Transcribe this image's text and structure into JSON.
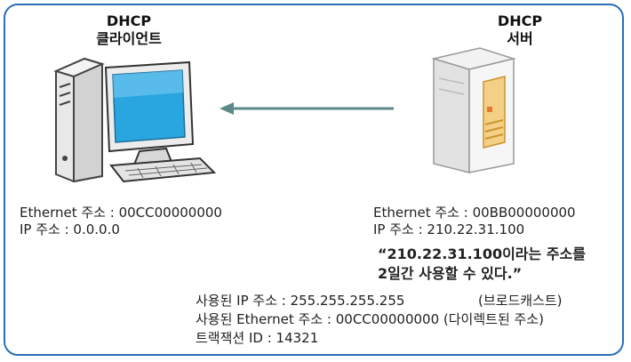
{
  "client": {
    "title_line1": "DHCP",
    "title_line2": "클라이언트",
    "ethernet": "Ethernet 주소 : 00CC00000000",
    "ip": "IP 주소 : 0.0.0.0"
  },
  "server": {
    "title_line1": "DHCP",
    "title_line2": "서버",
    "ethernet": "Ethernet 주소 : 00BB00000000",
    "ip": "IP 주소 : 210.22.31.100"
  },
  "offer_quote": {
    "line1": "“210.22.31.100이라는 주소를",
    "line2": "2일간 사용할 수 있다.”"
  },
  "message_fields": {
    "used_ip": "사용된 IP 주소 : 255.255.255.255",
    "used_ip_note": "(브로드캐스트)",
    "used_ethernet": "사용된 Ethernet 주소 : 00CC00000000 (다이렉트된 주소)",
    "transaction": "트랙잭션 ID : 14321"
  },
  "colors": {
    "frame": "#2a6db8",
    "arrow": "#5b8a88",
    "screen": "#29a6e0"
  }
}
